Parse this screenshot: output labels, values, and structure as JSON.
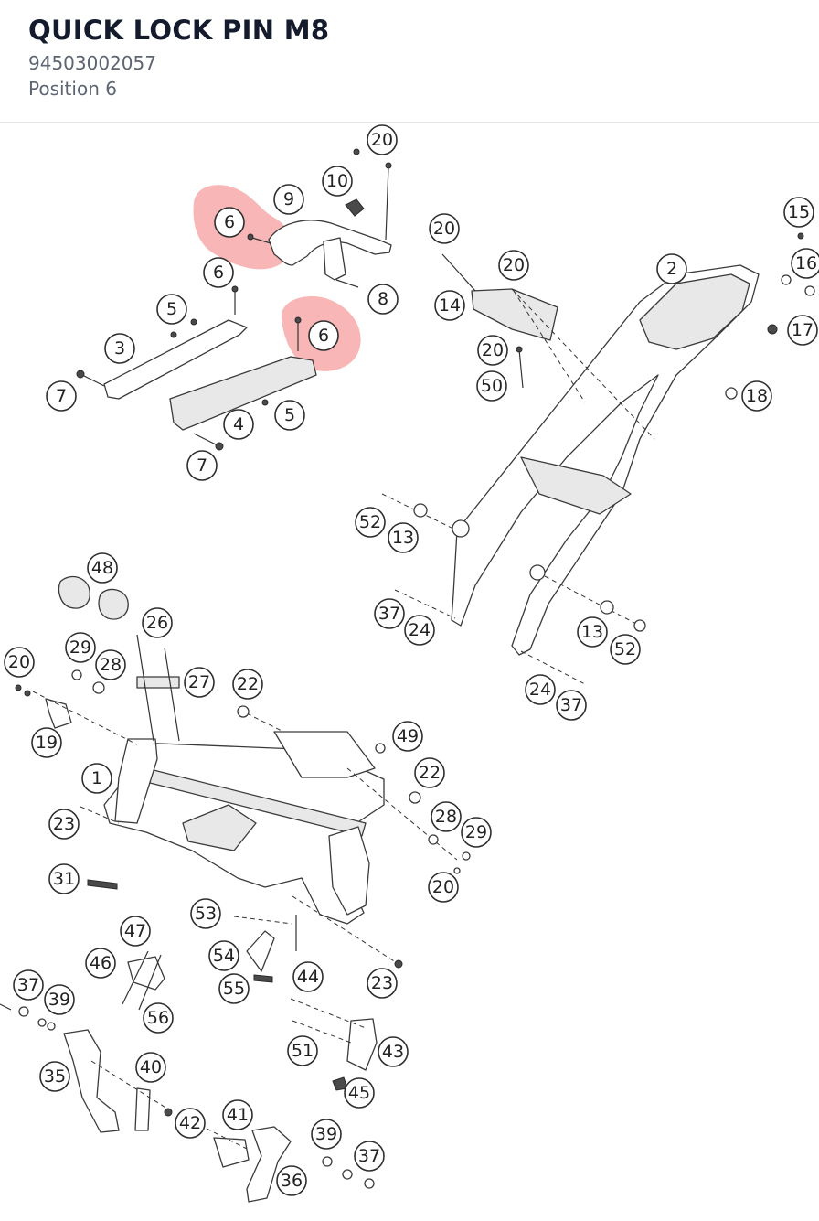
{
  "header": {
    "title": "QUICK LOCK PIN M8",
    "part_number": "94503002057",
    "position_label": "Position 6"
  },
  "diagram": {
    "highlight_color": "#f47a7a",
    "callouts": [
      "20",
      "10",
      "9",
      "6",
      "6",
      "5",
      "3",
      "7",
      "6",
      "4",
      "5",
      "7",
      "20",
      "20",
      "14",
      "2",
      "15",
      "16",
      "17",
      "20",
      "50",
      "18",
      "52",
      "13",
      "37",
      "24",
      "13",
      "52",
      "24",
      "37",
      "48",
      "26",
      "29",
      "28",
      "20",
      "27",
      "22",
      "19",
      "49",
      "22",
      "1",
      "28",
      "29",
      "23",
      "20",
      "31",
      "53",
      "47",
      "54",
      "46",
      "44",
      "55",
      "23",
      "37",
      "39",
      "56",
      "51",
      "43",
      "45",
      "35",
      "40",
      "41",
      "42",
      "39",
      "37",
      "36",
      "8"
    ]
  }
}
